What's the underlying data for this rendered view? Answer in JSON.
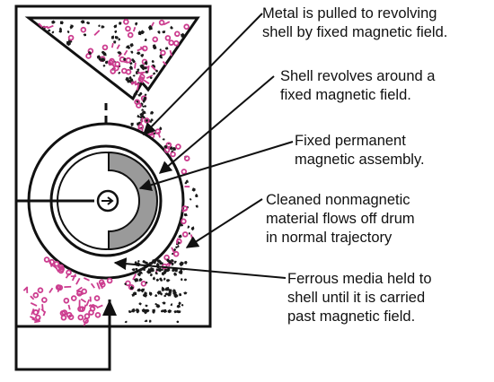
{
  "callouts": [
    {
      "lines": [
        "Metal is pulled to revolving",
        "shell by fixed magnetic field."
      ]
    },
    {
      "lines": [
        "Shell revolves around a",
        "fixed magnetic field."
      ]
    },
    {
      "lines": [
        "Fixed permanent",
        "magnetic assembly."
      ]
    },
    {
      "lines": [
        "Cleaned nonmagnetic",
        "material flows off drum",
        "in normal trajectory"
      ]
    },
    {
      "lines": [
        "Ferrous media held to",
        "shell until it is carried",
        "past magnetic field."
      ]
    }
  ],
  "colors": {
    "outline": "#111111",
    "ferrous_particles": "#cc3d8f",
    "nonmagnetic_particles": "#1a1a1a",
    "magnet_assembly": "#9a9a9a",
    "background": "#ffffff"
  },
  "icons": {
    "shaft": "circle-arrow-right-icon"
  }
}
